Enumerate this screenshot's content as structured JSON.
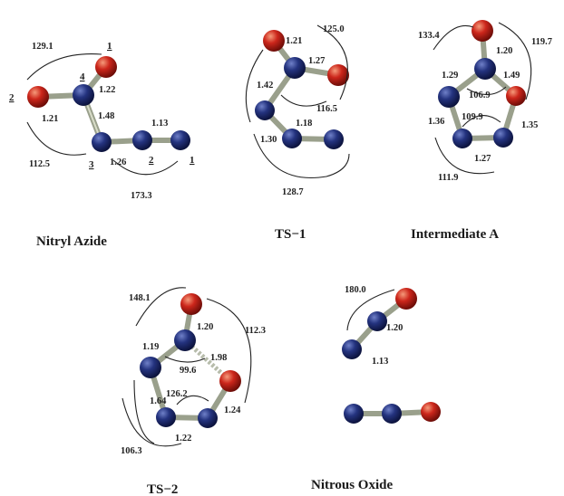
{
  "colors": {
    "nitrogen": "#1f2f7a",
    "oxygen": "#c4231c",
    "bond": "#9aa08c"
  },
  "molecules": {
    "nitryl_azide": {
      "caption": "Nitryl Azide",
      "lengths": [
        "1.22",
        "1.21",
        "1.48",
        "1.13",
        "1.26"
      ],
      "angles": [
        "129.1",
        "112.5",
        "173.3"
      ],
      "indices": [
        "1",
        "2",
        "4",
        "3",
        "2",
        "1"
      ]
    },
    "ts1": {
      "caption": "TS−1",
      "lengths": [
        "1.21",
        "1.27",
        "1.42",
        "1.18",
        "1.30"
      ],
      "angles": [
        "125.0",
        "116.5",
        "128.7"
      ]
    },
    "intermediate_a": {
      "caption": "Intermediate A",
      "lengths": [
        "1.20",
        "1.29",
        "1.49",
        "1.36",
        "1.35",
        "1.27"
      ],
      "angles": [
        "133.4",
        "119.7",
        "106.9",
        "109.9",
        "111.9"
      ]
    },
    "ts2": {
      "caption": "TS−2",
      "lengths": [
        "1.20",
        "1.19",
        "1.98",
        "1.64",
        "1.24",
        "1.22"
      ],
      "angles": [
        "148.1",
        "112.3",
        "99.6",
        "126.2",
        "106.3"
      ]
    },
    "nitrous_oxide": {
      "caption": "Nitrous Oxide",
      "lengths": [
        "1.20",
        "1.13"
      ],
      "angles": [
        "180.0"
      ]
    }
  }
}
